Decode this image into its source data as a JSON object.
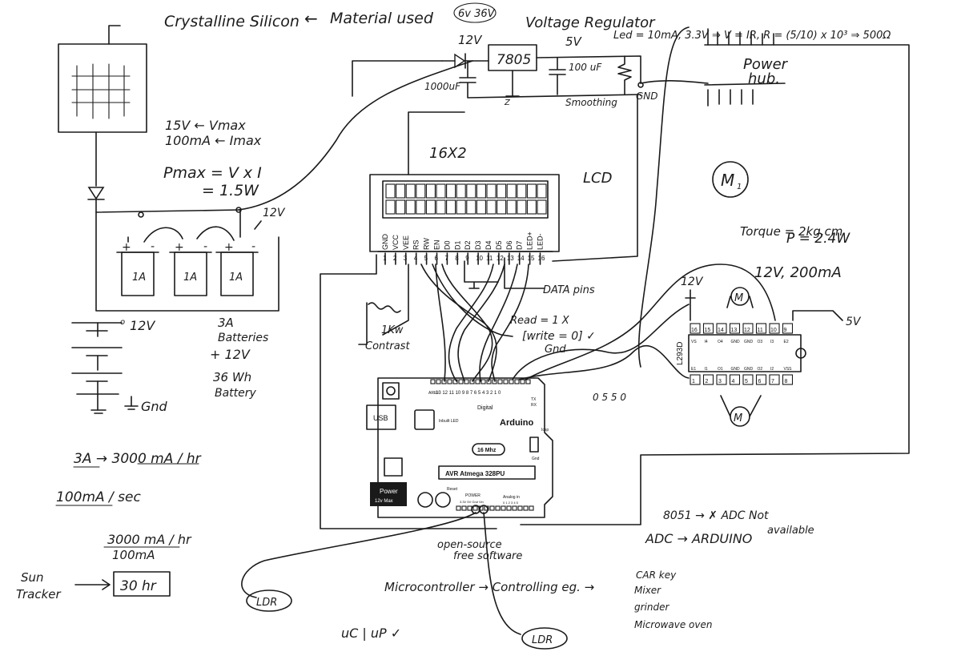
{
  "header": {
    "material": "Crystalline Silicon",
    "material_arrow": "←",
    "material_used": "Material used",
    "material_voltage": "6v 36V"
  },
  "solar": {
    "vmax": "15V ← Vmax",
    "imax": "100mA ← Imax",
    "pmax": "Pmax = V x I",
    "pmax_value": "= 1.5W",
    "supply_label": "12V"
  },
  "batteries": {
    "cells": [
      "1A",
      "1A",
      "1A"
    ],
    "plus_marks": [
      "+",
      "+",
      "+"
    ],
    "minus_marks": [
      "-",
      "-",
      "-"
    ],
    "battery_top_label": "12V",
    "capacity_label_1": "3A",
    "capacity_label_2": "Batteries",
    "capacity_label_3": "+ 12V",
    "energy_label_1": "36 Wh",
    "energy_label_2": "Battery",
    "ground_label": "Gnd"
  },
  "calculations": {
    "line1": "3A → 3000 mA / hr",
    "line2": "100mA / sec",
    "fraction_top": "3000 mA / hr",
    "fraction_bottom": "100mA",
    "sun_tracker_1": "Sun",
    "sun_tracker_2": "Tracker",
    "arrow": "→",
    "result": "30 hr"
  },
  "regulator": {
    "title": "Voltage Regulator",
    "chip": "7805",
    "input_voltage": "12V",
    "output_voltage": "5V",
    "cap_in": "1000uF",
    "cap_out": "100 uF",
    "smoothing": "Smoothing",
    "ground": "GND",
    "regulator_ground": "Z",
    "led_formula": "Led = 10mA, 3.3V ⇒ V = IR, R = (5/10) x 10³ ⇒ 500Ω"
  },
  "power_hub": {
    "label_1": "Power",
    "label_2": "hub."
  },
  "lcd": {
    "size_label": "16X2",
    "side_label": "LCD",
    "pin_names": [
      "GND",
      "VCC",
      "VEE",
      "RS",
      "RW",
      "EN",
      "D0",
      "D1",
      "D2",
      "D3",
      "D4",
      "D5",
      "D6",
      "D7",
      "LED+",
      "LED-"
    ],
    "pin_numbers": [
      "1",
      "2",
      "3",
      "4",
      "5",
      "6",
      "7",
      "8",
      "9",
      "10",
      "11",
      "12",
      "13",
      "14",
      "15",
      "16"
    ],
    "data_pins": "DATA pins",
    "pot_label": "1Kw",
    "contrast": "Contrast",
    "read_note": "Read = 1 X",
    "write_note": "[write = 0] ✓",
    "gnd_note": "Gnd"
  },
  "arduino": {
    "name": "Arduino",
    "usb": "USB",
    "digital": "Digital",
    "builtin_led": "Inbuilt LED",
    "crystal": "16 Mhz",
    "mcu": "AVR Atmega 328PU",
    "power_title": "Power",
    "power_sub": "12v Max",
    "reset": "Reset",
    "power_header": "POWER",
    "power_pins": "3.3V 5V Gnd Vin",
    "analog_header": "Analog in",
    "analog_pins": "0 1 2 3 4 5",
    "digital_pins": "13 12 11 10 9 8  7 6 5 4 3 2 1 0",
    "icsp": "Icsp",
    "gnd_pin": "Gnd",
    "aref": "AREF",
    "tx": "TX",
    "rx": "RX"
  },
  "motor": {
    "label": "M",
    "sub": "1",
    "torque": "Torque = 2kg.cm",
    "power": "P = 2.4W",
    "rating": "12V, 200mA",
    "driver": "L293D",
    "supply": "12V",
    "logic": "5V",
    "motor_symbol": "M",
    "top_pins": [
      "16",
      "15",
      "14",
      "13",
      "12",
      "11",
      "10",
      "9"
    ],
    "bottom_pins": [
      "1",
      "2",
      "3",
      "4",
      "5",
      "6",
      "7",
      "8"
    ],
    "top_pin_labels": [
      "VS",
      "I4",
      "O4",
      "GND",
      "GND",
      "O3",
      "I3",
      "E2"
    ],
    "bottom_pin_labels": [
      "E1",
      "I1",
      "O1",
      "GND",
      "GND",
      "O2",
      "I2",
      "VSS"
    ],
    "side_marks": "0 5 5 0"
  },
  "notes": {
    "ldr": "LDR",
    "open_source_1": "open-source",
    "open_source_2": "free software",
    "micro": "Microcontroller → Controlling eg. →",
    "examples": [
      "CAR key",
      "Mixer",
      "grinder",
      "Microwave oven"
    ],
    "adc_1": "8051 → ✗ ADC Not",
    "adc_1b": "available",
    "adc_2": "ADC → ARDUINO",
    "uc_up": "uC | uP ✓"
  }
}
